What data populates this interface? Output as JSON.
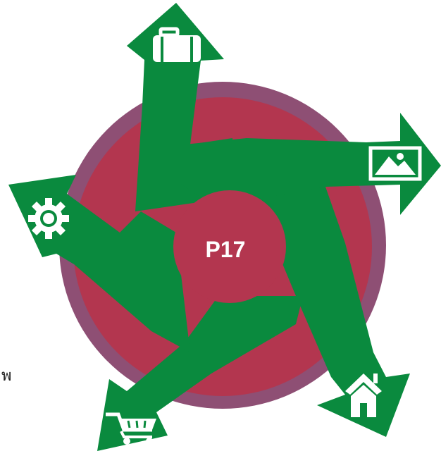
{
  "center": {
    "label": "P17"
  },
  "side_mark": "พ",
  "colors": {
    "outer_ring": "#8e4f74",
    "disc": "#b3364f",
    "arrow": "#0a8a3e",
    "hub": "#b3364f",
    "icon": "#ffffff"
  },
  "arrows": [
    {
      "name": "arrow-luggage",
      "icon": "luggage-icon"
    },
    {
      "name": "arrow-picture",
      "icon": "picture-icon"
    },
    {
      "name": "arrow-home",
      "icon": "home-icon"
    },
    {
      "name": "arrow-cart",
      "icon": "cart-icon"
    },
    {
      "name": "arrow-gear",
      "icon": "gear-icon"
    }
  ]
}
